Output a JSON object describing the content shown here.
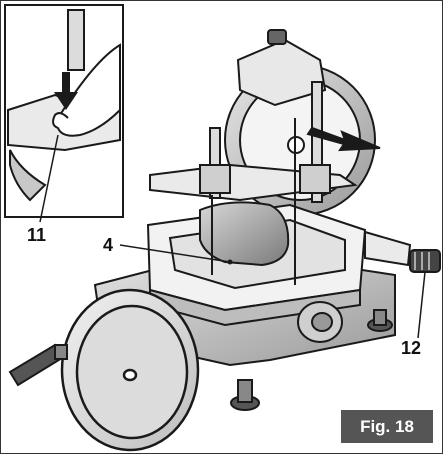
{
  "figure": {
    "caption": "Fig. 18",
    "labels": {
      "l11": "11",
      "l4": "4",
      "l12": "12"
    }
  },
  "colors": {
    "line": "#1a1a1a",
    "fill": "#ffffff",
    "shade": "#bfbfbf",
    "dark": "#333333",
    "badge": "#555555"
  },
  "icons": {
    "arrow": "double-arrow-icon",
    "down": "down-arrow-icon"
  }
}
